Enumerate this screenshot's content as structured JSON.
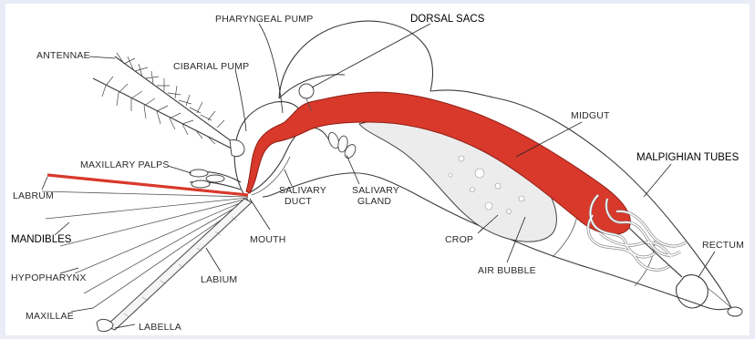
{
  "diagram": {
    "labels": {
      "antennae": "ANTENNAE",
      "pharyngeal_pump": "PHARYNGEAL PUMP",
      "dorsal_sacs": "DORSAL SACS",
      "cibarial_pump": "CIBARIAL PUMP",
      "midgut": "MIDGUT",
      "maxillary_palps": "MAXILLARY PALPS",
      "malpighian_tubes": "MALPIGHIAN TUBES",
      "labrum": "LABRUM",
      "salivary_duct_1": "SALIVARY",
      "salivary_duct_2": "DUCT",
      "salivary_gland_1": "SALIVARY",
      "salivary_gland_2": "GLAND",
      "mandibles": "MANDIBLES",
      "mouth": "MOUTH",
      "crop": "CROP",
      "rectum": "RECTUM",
      "air_bubble": "AIR BUBBLE",
      "hypopharynx": "HYPOPHARYNX",
      "labium": "LABIUM",
      "maxillae": "MAXILLAE",
      "labella": "LABELLA"
    },
    "colors": {
      "gut_red": "#d8392b",
      "gut_dark": "#8f1f16",
      "crop_fill": "#ececec",
      "ink": "#333333"
    }
  }
}
